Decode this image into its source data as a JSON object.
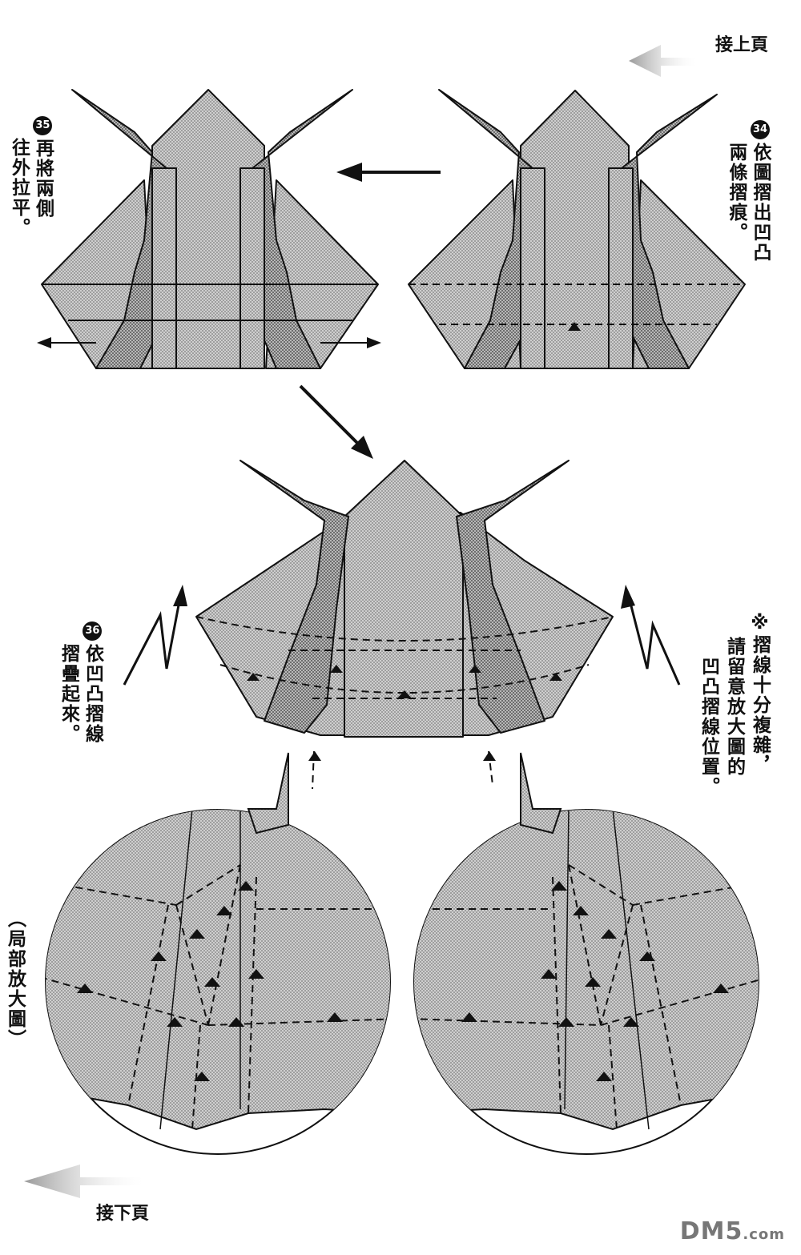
{
  "nav": {
    "continue_from": "接上頁",
    "continue_to": "接下頁"
  },
  "steps": [
    {
      "number": "34",
      "text_line1": "依圖摺出凹凸",
      "text_line2": "兩條摺痕。"
    },
    {
      "number": "35",
      "text_line1": "再將兩側",
      "text_line2": "往外拉平。"
    },
    {
      "number": "36",
      "text_line1": "依凹凸摺線",
      "text_line2": "摺疊起來。"
    }
  ],
  "note": {
    "line1": "※摺線十分複雜，",
    "line2": "請留意放大圖的",
    "line3": "凹凸摺線位置。"
  },
  "detail_label": "（局部放大圖）",
  "watermark": {
    "main": "DM5",
    "suffix": ".com"
  },
  "colors": {
    "paper_fill": "#bdbdbd",
    "line": "#111111",
    "arrow_gray": "#bbbbbb"
  }
}
